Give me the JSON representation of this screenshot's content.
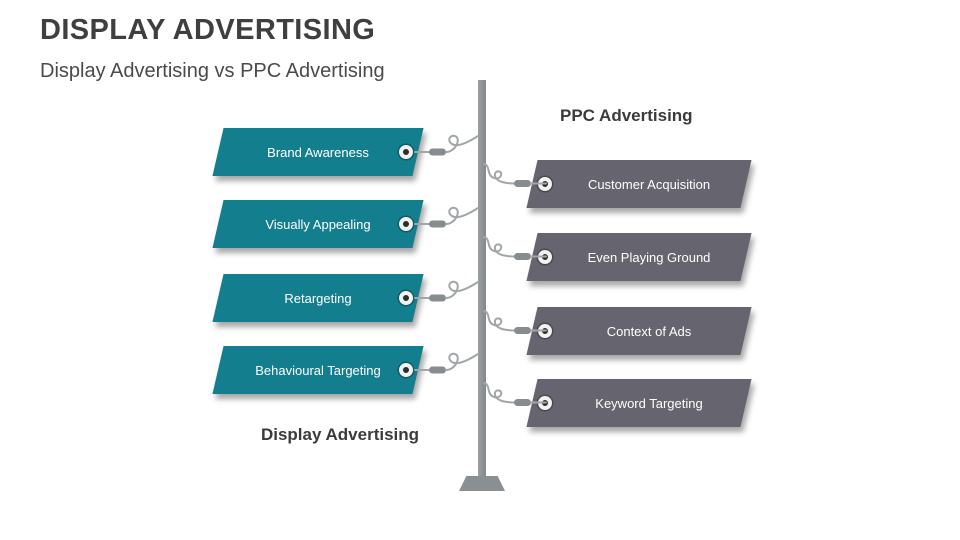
{
  "slide": {
    "title": "DISPLAY ADVERTISING",
    "subtitle": "Display Advertising vs PPC Advertising"
  },
  "left_column": {
    "label": "Display Advertising",
    "tags": [
      "Brand Awareness",
      "Visually Appealing",
      "Retargeting",
      "Behavioural Targeting"
    ]
  },
  "right_column": {
    "label": "PPC Advertising",
    "tags": [
      "Customer Acquisition",
      "Even Playing Ground",
      "Context of Ads",
      "Keyword Targeting"
    ]
  },
  "colors": {
    "teal": "#137e8d",
    "slate": "#66656f",
    "pole": "#8a8f91",
    "cord": "#a2a6a8",
    "clasp": "#878c8f",
    "ink": "#3f3f3f"
  }
}
